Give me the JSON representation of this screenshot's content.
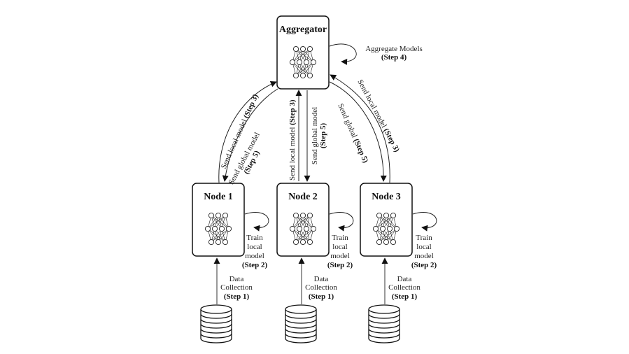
{
  "diagram": {
    "aggregator": {
      "title": "Aggregator",
      "self_loop_label": "Aggregate Models",
      "self_loop_step": "(Step 4)",
      "icon": "neural-network-icon"
    },
    "nodes": [
      {
        "title": "Node 1",
        "train_label": [
          "Train",
          "local",
          "model"
        ],
        "train_step": "(Step 2)",
        "data_label": [
          "Data",
          "Collection"
        ],
        "data_step": "(Step 1)"
      },
      {
        "title": "Node 2",
        "train_label": [
          "Train",
          "local",
          "model"
        ],
        "train_step": "(Step 2)",
        "data_label": [
          "Data",
          "Collection"
        ],
        "data_step": "(Step 1)"
      },
      {
        "title": "Node 3",
        "train_label": [
          "Train",
          "local",
          "model"
        ],
        "train_step": "(Step 2)",
        "data_label": [
          "Data",
          "Collection"
        ],
        "data_step": "(Step 1)"
      }
    ],
    "edges": {
      "node1_up": {
        "text": "Send local model ",
        "step": "(Step 3)"
      },
      "node1_down": {
        "text": "Send global model",
        "step": "(Step 5)"
      },
      "node2_up": {
        "text": "Send local model ",
        "step": "(Step 3)"
      },
      "node2_down": {
        "text": "Send global model",
        "step": "(Step 5)"
      },
      "node3_up": {
        "text": "Send local model ",
        "step": "(Step 3)"
      },
      "node3_down": {
        "text": "Send global ",
        "step": "(Step 5)"
      }
    },
    "colors": {
      "stroke": "#1a1a1a",
      "background": "#ffffff"
    }
  }
}
